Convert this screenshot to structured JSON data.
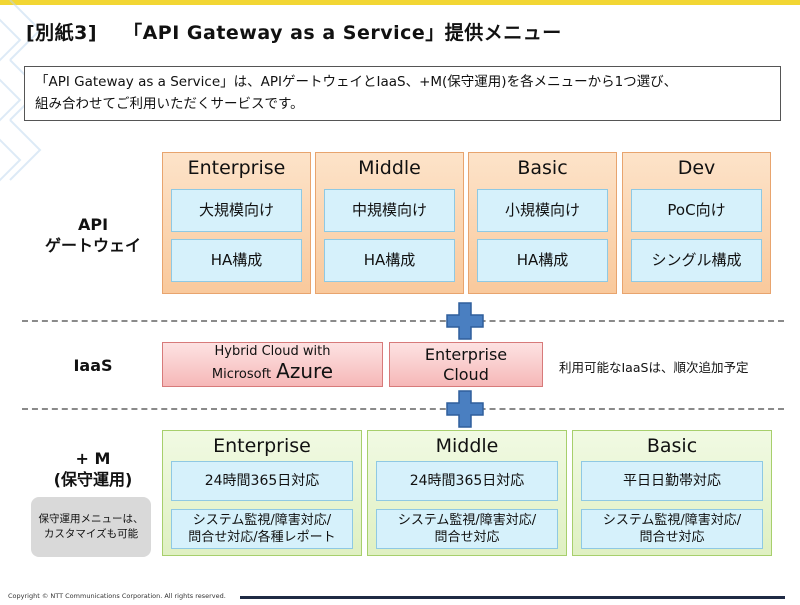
{
  "title": {
    "number": "[別紙3]",
    "text": "「API Gateway as a Service」提供メニュー"
  },
  "intro": {
    "line1": "「API Gateway as a Service」は、APIゲートウェイとIaaS、+M(保守運用)を各メニューから1つ選び、",
    "line2": "組み合わせてご利用いただくサービスです。"
  },
  "api_gateway": {
    "label_line1": "API",
    "label_line2": "ゲートウェイ",
    "columns": [
      {
        "name": "Enterprise",
        "items": [
          "大規模向け",
          "HA構成"
        ]
      },
      {
        "name": "Middle",
        "items": [
          "中規模向け",
          "HA構成"
        ]
      },
      {
        "name": "Basic",
        "items": [
          "小規模向け",
          "HA構成"
        ]
      },
      {
        "name": "Dev",
        "items": [
          "PoC向け",
          "シングル構成"
        ]
      }
    ]
  },
  "iaas": {
    "label": "IaaS",
    "azure_line1": "Hybrid Cloud with",
    "azure_line2a": "Microsoft",
    "azure_line2b": "Azure",
    "enterprise_line1": "Enterprise",
    "enterprise_line2": "Cloud",
    "note": "利用可能なIaaSは、順次追加予定"
  },
  "maintenance": {
    "label_line1": "+ M",
    "label_line2": "(保守運用)",
    "side_note_line1": "保守運用メニューは、",
    "side_note_line2": "カスタマイズも可能",
    "columns": [
      {
        "name": "Enterprise",
        "hours": "24時間365日対応",
        "detail_line1": "システム監視/障害対応/",
        "detail_line2": "問合せ対応/各種レポート"
      },
      {
        "name": "Middle",
        "hours": "24時間365日対応",
        "detail_line1": "システム監視/障害対応/",
        "detail_line2": "問合せ対応"
      },
      {
        "name": "Basic",
        "hours": "平日日勤帯対応",
        "detail_line1": "システム監視/障害対応/",
        "detail_line2": "問合せ対応"
      }
    ]
  },
  "footer": {
    "copyright": "Copyright © NTT Communications Corporation. All rights reserved."
  },
  "colors": {
    "accent_bar": "#f2d633",
    "api_column": "#f9c99c",
    "inner_box": "#d6f1fb",
    "iaas_box": "#f6b8b8",
    "maint_column": "#dff0c2",
    "plus": "#4a7fc1"
  },
  "icons": {
    "plus": "plus-icon"
  }
}
